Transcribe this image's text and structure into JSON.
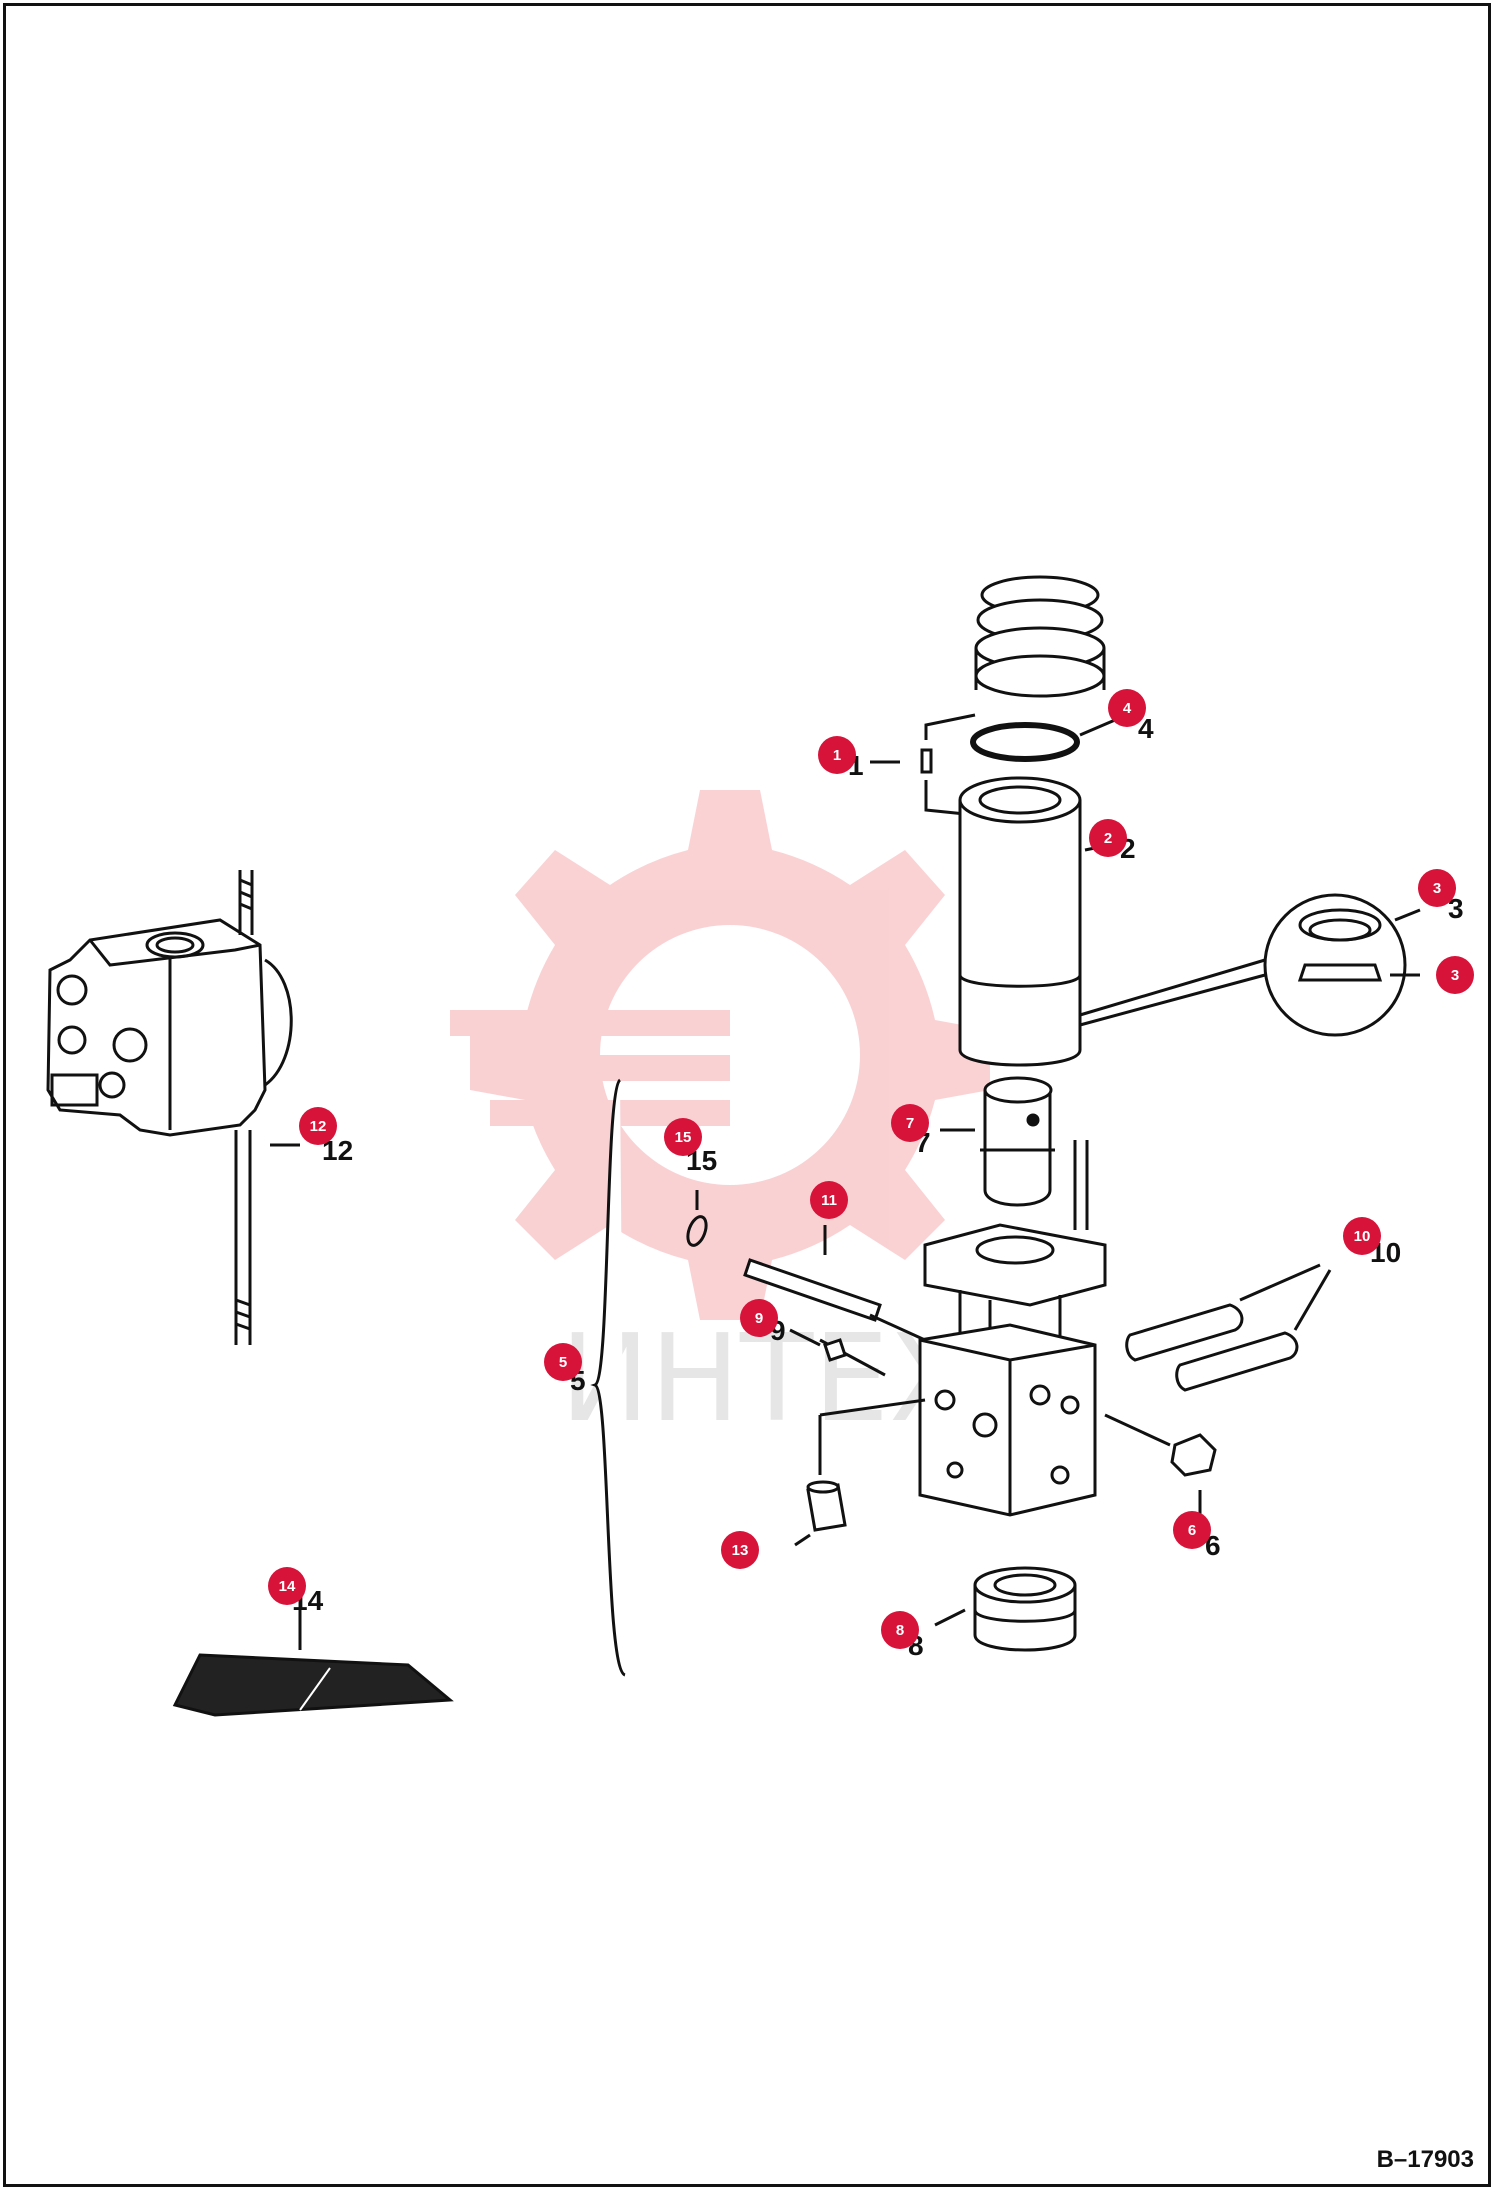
{
  "drawing_id": "B–17903",
  "watermark": {
    "text": "ИНТЕХ",
    "color": "#e8323c"
  },
  "colors": {
    "callout": "#d7133a",
    "line": "#111111"
  },
  "callouts": [
    {
      "id": "1",
      "label": "1",
      "printed": "1"
    },
    {
      "id": "2",
      "label": "2",
      "printed": "2"
    },
    {
      "id": "3a",
      "label": "3",
      "printed": "3"
    },
    {
      "id": "3b",
      "label": "3",
      "printed": ""
    },
    {
      "id": "4",
      "label": "4",
      "printed": "4"
    },
    {
      "id": "5",
      "label": "5",
      "printed": "5"
    },
    {
      "id": "6",
      "label": "6",
      "printed": "6"
    },
    {
      "id": "7",
      "label": "7",
      "printed": "7"
    },
    {
      "id": "8",
      "label": "8",
      "printed": "8"
    },
    {
      "id": "9",
      "label": "9",
      "printed": "9"
    },
    {
      "id": "10",
      "label": "10",
      "printed": "10"
    },
    {
      "id": "11",
      "label": "11",
      "printed": ""
    },
    {
      "id": "12",
      "label": "12",
      "printed": "12"
    },
    {
      "id": "13",
      "label": "13",
      "printed": ""
    },
    {
      "id": "14",
      "label": "14",
      "printed": "14"
    },
    {
      "id": "15",
      "label": "15",
      "printed": "15"
    }
  ]
}
